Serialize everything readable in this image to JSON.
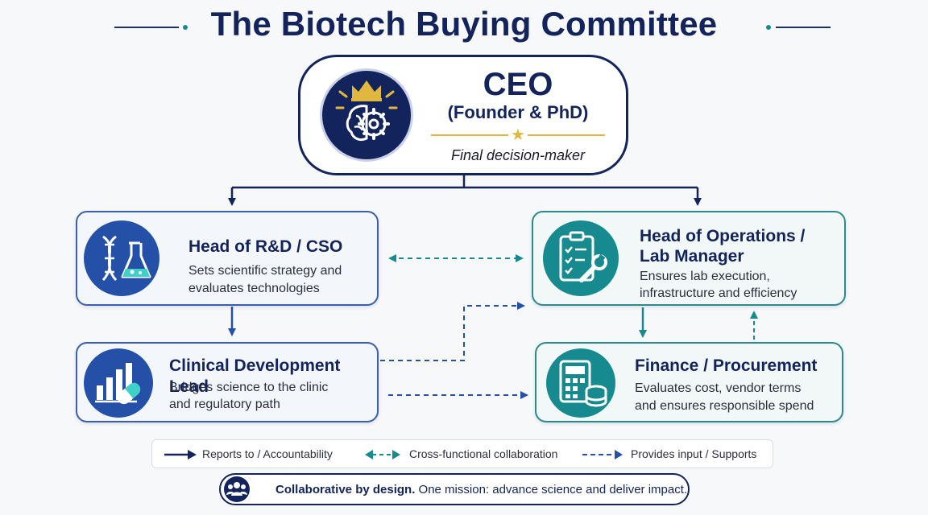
{
  "header": {
    "title": "The Biotech Buying Committee"
  },
  "ceo": {
    "role": "CEO",
    "subtitle": "(Founder & PhD)",
    "description": "Final decision-maker"
  },
  "roles": {
    "rd": {
      "title": "Head of R&D / CSO",
      "desc_line1": "Sets scientific strategy and",
      "desc_line2": "evaluates technologies"
    },
    "ops": {
      "title_line1": "Head of Operations /",
      "title_line2": "Lab Manager",
      "desc_line1": "Ensures lab execution,",
      "desc_line2": "infrastructure and efficiency"
    },
    "clinical": {
      "title": "Clinical Development Lead",
      "desc_line1": "Bridges science to the clinic",
      "desc_line2": "and regulatory path"
    },
    "finance": {
      "title": "Finance / Procurement",
      "desc_line1": "Evaluates cost, vendor terms",
      "desc_line2": "and ensures responsible spend"
    }
  },
  "legend": {
    "reports": "Reports to / Accountability",
    "collab": "Cross-functional collaboration",
    "input": "Provides input / Supports"
  },
  "footer": {
    "bold": "Collaborative by design.",
    "rest": " One mission: advance science and deliver impact."
  },
  "colors": {
    "navy": "#13235b",
    "royal_blue": "#2450a8",
    "teal": "#168a8f",
    "gold": "#e0b840"
  },
  "icons": {
    "ceo": "crown-brain-gear-icon",
    "rd": "dna-flask-icon",
    "ops": "clipboard-wrench-icon",
    "clinical": "bar-chart-pill-icon",
    "finance": "calculator-coins-icon",
    "footer": "team-icon"
  }
}
